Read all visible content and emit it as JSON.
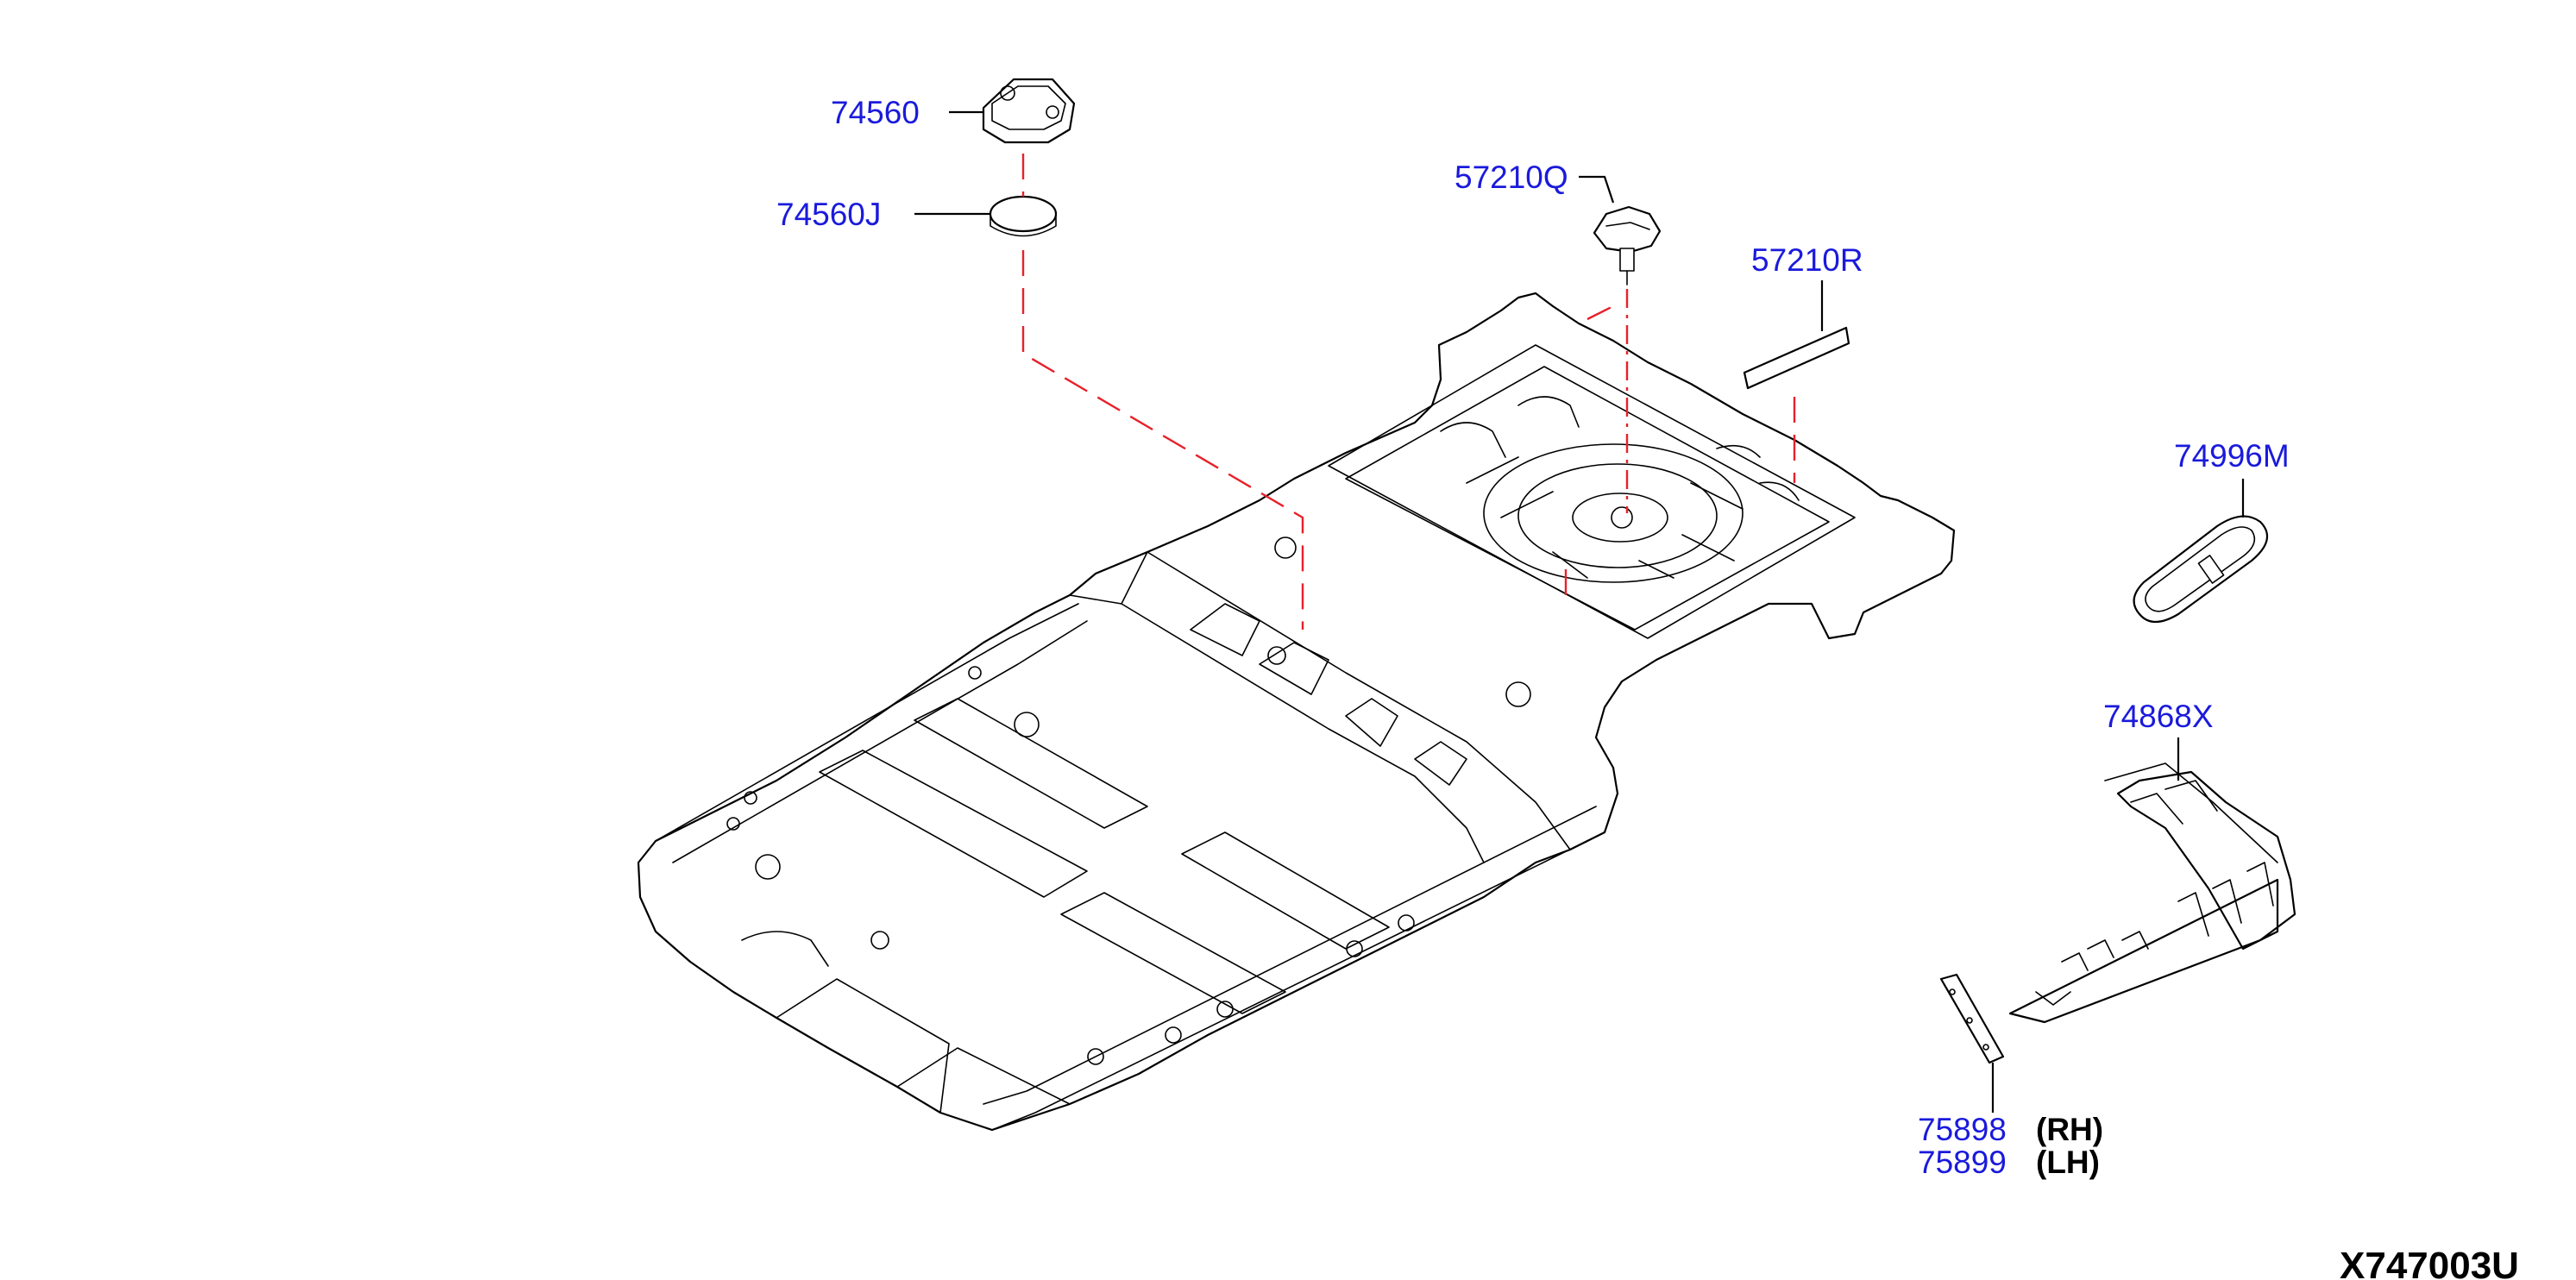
{
  "callouts": {
    "p74560": "74560",
    "p74560J": "74560J",
    "p57210Q": "57210Q",
    "p57210R": "57210R",
    "p74996M": "74996M",
    "p74868X": "74868X",
    "p75898": "75898",
    "p75899": "75899"
  },
  "sides": {
    "rh": "(RH)",
    "lh": "(LH)"
  },
  "diagram_code": "X747003U",
  "colors": {
    "callout_text": "#1a1adc",
    "dash_line": "#e8202a",
    "outline": "#000000"
  }
}
